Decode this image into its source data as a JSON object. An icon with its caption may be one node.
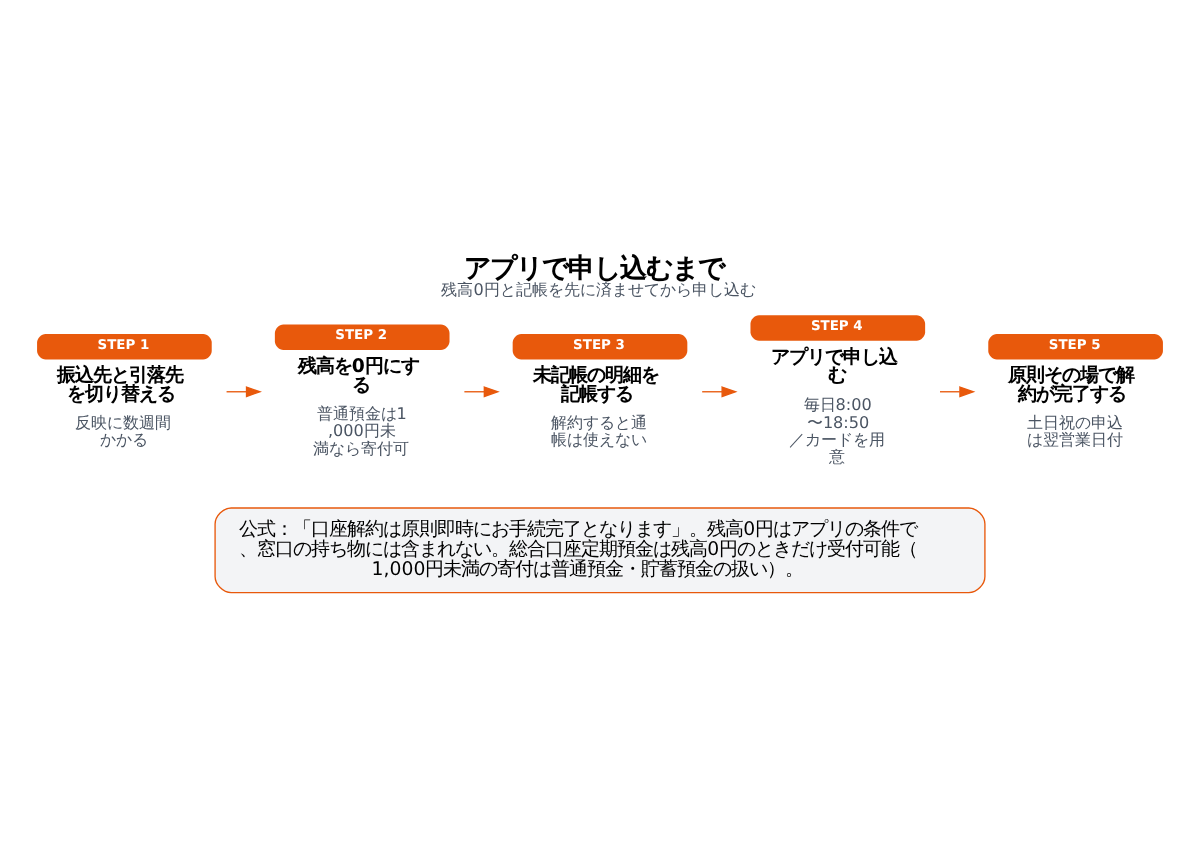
{
  "diagram": {
    "title": "アプリで申し込むまで",
    "caption": "残高0円と記帳を先に済ませてから申し込む",
    "nodes": [
      {
        "text": [
          "STEP 1",
          "振込先と引落先を切り替える"
        ],
        "beside": [
          "反映に数週間かかる"
        ]
      },
      {
        "text": [
          "STEP 2",
          "残高を0円にする"
        ],
        "beside": [
          "普通預金は1,000円未満なら寄付可"
        ]
      },
      {
        "text": [
          "STEP 3",
          "未記帳の明細を記帳する"
        ],
        "beside": [
          "解約すると通帳は使えない"
        ]
      },
      {
        "text": [
          "STEP 4",
          "アプリで申し込む"
        ],
        "beside": [
          "毎日8:00〜18:50／カードを用意"
        ]
      },
      {
        "text": [
          "STEP 5",
          "原則その場で解約が完了する"
        ],
        "beside": [
          "土日祝の申込は翌営業日付"
        ]
      }
    ],
    "edges": [
      {
        "from": 0,
        "to": 1,
        "arrow": "to"
      },
      {
        "from": 1,
        "to": 2,
        "arrow": "to"
      },
      {
        "from": 2,
        "to": 3,
        "arrow": "to"
      },
      {
        "from": 3,
        "to": 4,
        "arrow": "to"
      }
    ],
    "labels": [
      "公式：「口座解約は原則即時にお手続完了となります」。残高0円はアプリの条件で、窓口の持ち物には含まれない。総合口座定期預金は残高0円のときだけ受付可能（1,000円未満の寄付は普通預金・貯蓄預金の扱い）。"
    ]
  }
}
